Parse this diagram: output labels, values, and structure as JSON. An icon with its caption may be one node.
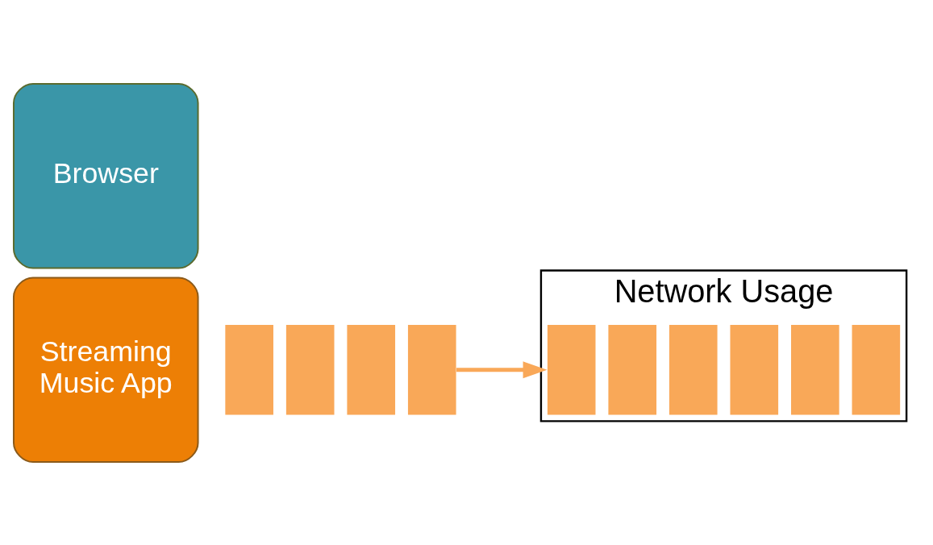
{
  "diagram": {
    "nodes": [
      {
        "text": [
          "Browser"
        ]
      },
      {
        "text": [
          "Streaming Music App"
        ]
      },
      {
        "text": [],
        "shape": "bar"
      },
      {
        "text": [],
        "shape": "bar"
      },
      {
        "text": [],
        "shape": "bar"
      },
      {
        "text": [],
        "shape": "bar"
      },
      {
        "text": [
          "Network Usage"
        ]
      },
      {
        "text": [],
        "shape": "bar",
        "in": 6
      },
      {
        "text": [],
        "shape": "bar",
        "in": 6
      },
      {
        "text": [],
        "shape": "bar",
        "in": 6
      },
      {
        "text": [],
        "shape": "bar",
        "in": 6
      },
      {
        "text": [],
        "shape": "bar",
        "in": 6
      },
      {
        "text": [],
        "shape": "bar",
        "in": 6
      }
    ],
    "edges": [
      {
        "from": 5,
        "to": 6,
        "arrow": "to"
      }
    ]
  }
}
